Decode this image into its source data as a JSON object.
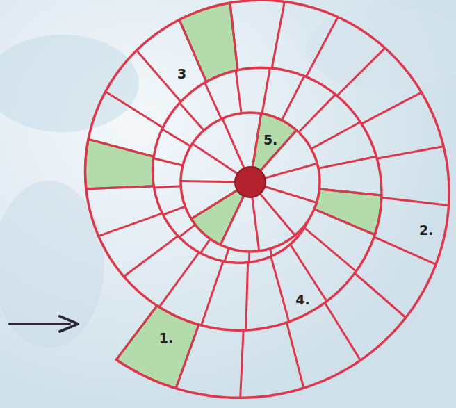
{
  "diagram": {
    "labels": [
      "1.",
      "2.",
      "3",
      "4.",
      "5."
    ]
  }
}
